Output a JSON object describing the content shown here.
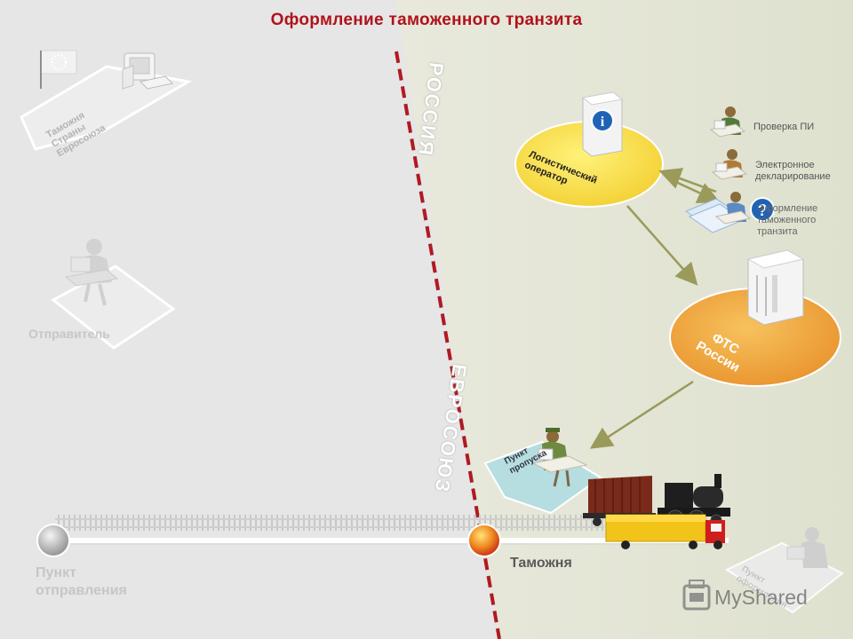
{
  "title": "Оформление таможенного транзита",
  "border": {
    "russia": "РОССИЯ",
    "eu": "ЕВРОСОЮЗ"
  },
  "nodes": {
    "eu_customs": "Таможня Страны Евросоюза",
    "sender": "Отправитель",
    "logistics": "Логистический оператор",
    "fts": "ФТС России",
    "checkpoint": "Пункт пропуска",
    "dest_checkpoint": "Пункт оформления"
  },
  "tasks": [
    "Проверка ПИ",
    "Электронное декларирование",
    "Оформление таможенного транзита"
  ],
  "rail": {
    "departure": "Пункт отправления",
    "customs": "Таможня"
  },
  "watermark": "MyShared",
  "colors": {
    "accent": "#b0121b",
    "orange": "#f0a036",
    "border_line": "#b01a20",
    "eu_zone": "#e6e6e6",
    "ru_zone": "#e4e5d6"
  }
}
